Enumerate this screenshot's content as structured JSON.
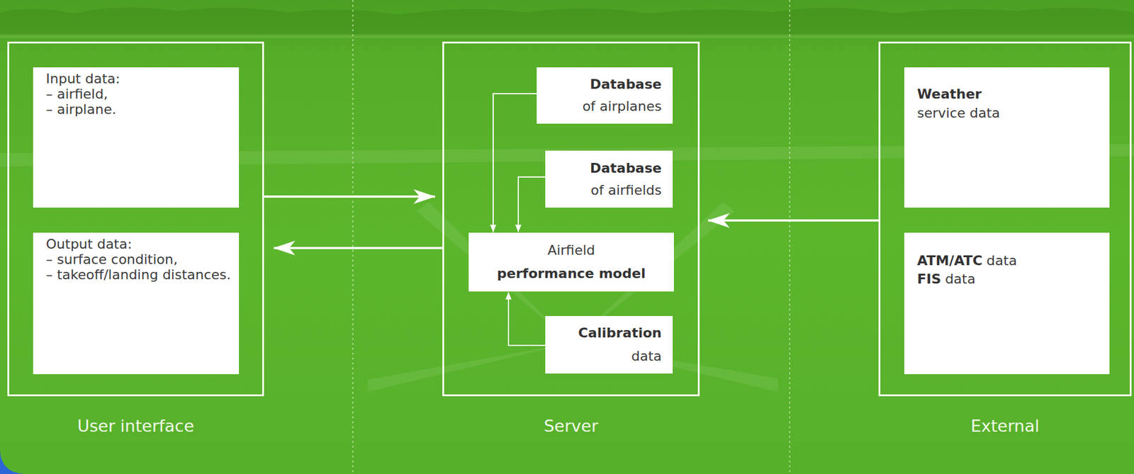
{
  "diagram": {
    "nodes": [
      {
        "text": [
          "User interface"
        ]
      },
      {
        "text": [
          "Input data:",
          "– airfield,",
          "– airplane."
        ],
        "in": 0
      },
      {
        "text": [
          "Output data:",
          "– surface condition,",
          "– takeoff/landing distances."
        ],
        "in": 0
      },
      {
        "text": [
          "Server"
        ]
      },
      {
        "text": [
          "Database",
          "of airplanes"
        ],
        "in": 3
      },
      {
        "text": [
          "Database",
          "of airfields"
        ],
        "in": 3
      },
      {
        "text": [
          "Airfield",
          "performance model"
        ],
        "in": 3
      },
      {
        "text": [
          "Calibration",
          "data"
        ],
        "in": 3
      },
      {
        "text": [
          "External"
        ]
      },
      {
        "text": [
          "Weather",
          "service data"
        ],
        "in": 8
      },
      {
        "text": [
          "ATM/ATC",
          "data",
          "FIS",
          "data"
        ],
        "in": 8
      }
    ],
    "edges": [
      {
        "from": 0,
        "to": 3,
        "arrow": "to"
      },
      {
        "from": 3,
        "to": 0,
        "arrow": "to"
      },
      {
        "from": 8,
        "to": 3,
        "arrow": "to"
      },
      {
        "from": 4,
        "to": 6,
        "arrow": "to"
      },
      {
        "from": 5,
        "to": 6,
        "arrow": "to"
      },
      {
        "from": 7,
        "to": 6,
        "arrow": "to"
      }
    ]
  }
}
